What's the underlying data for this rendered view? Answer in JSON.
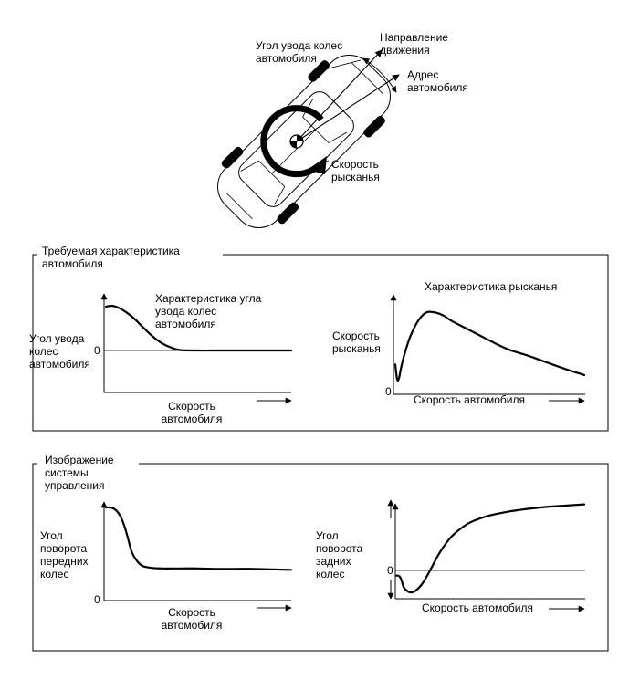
{
  "car_diagram": {
    "label_slip_angle": [
      "Угол увода колес",
      "автомобиля"
    ],
    "label_direction": [
      "Направление",
      "движения"
    ],
    "label_heading": [
      "Адрес",
      "автомобиля"
    ],
    "label_yaw_rate": [
      "Скорость",
      "рысканья"
    ]
  },
  "section_required": {
    "title": [
      "Требуемая характеристика",
      "автомобиля"
    ],
    "chart_left": {
      "title": [
        "Характеристика угла",
        "увода колес",
        "автомобиля"
      ],
      "ylabel": [
        "Угол увода",
        "колес",
        "автомобиля"
      ],
      "xlabel": [
        "Скорость",
        "автомобиля"
      ],
      "zero_label": "0"
    },
    "chart_right": {
      "title": [
        "Характеристика рысканья"
      ],
      "ylabel": [
        "Скорость",
        "рысканья"
      ],
      "xlabel": [
        "Скорость автомобиля"
      ],
      "zero_label": "0"
    }
  },
  "section_control": {
    "title": [
      "Изображение",
      "системы",
      "управления"
    ],
    "chart_left": {
      "ylabel": [
        "Угол",
        "поворота",
        "передних",
        "колес"
      ],
      "xlabel": [
        "Скорость",
        "автомобиля"
      ],
      "zero_label": "0"
    },
    "chart_right": {
      "ylabel": [
        "Угол",
        "поворота",
        "задних",
        "колес"
      ],
      "xlabel": [
        "Скорость автомобиля"
      ],
      "zero_label": "0"
    }
  },
  "chart_data": [
    {
      "type": "line",
      "x": [
        0,
        3,
        6,
        10,
        15,
        20,
        25,
        30,
        35,
        40,
        50,
        60,
        70,
        80,
        90,
        100
      ],
      "values": [
        1.0,
        1.02,
        0.99,
        0.9,
        0.74,
        0.53,
        0.33,
        0.17,
        0.07,
        0.01,
        0,
        0,
        0,
        0,
        0,
        0
      ]
    },
    {
      "type": "line",
      "x": [
        0,
        1,
        2,
        3,
        5,
        8,
        12,
        16,
        20,
        25,
        30,
        40,
        50,
        60,
        70,
        80,
        90,
        100
      ],
      "values": [
        0.3,
        0.1,
        0.12,
        0.25,
        0.45,
        0.68,
        0.88,
        0.99,
        1.0,
        0.96,
        0.88,
        0.75,
        0.62,
        0.5,
        0.42,
        0.33,
        0.24,
        0.16
      ]
    },
    {
      "type": "line",
      "x": [
        0,
        2,
        4,
        6,
        8,
        10,
        12,
        14,
        17,
        20,
        25,
        30,
        40,
        50,
        60,
        70,
        80,
        90,
        100
      ],
      "values": [
        1.0,
        1.0,
        0.99,
        0.96,
        0.9,
        0.8,
        0.66,
        0.52,
        0.42,
        0.37,
        0.35,
        0.345,
        0.345,
        0.345,
        0.34,
        0.34,
        0.34,
        0.335,
        0.33
      ]
    },
    {
      "type": "line",
      "x": [
        0,
        1,
        2,
        3,
        4,
        6,
        8,
        10,
        14,
        18,
        22,
        26,
        30,
        35,
        40,
        50,
        60,
        70,
        80,
        90,
        100
      ],
      "values": [
        -0.08,
        -0.08,
        -0.1,
        -0.17,
        -0.26,
        -0.32,
        -0.34,
        -0.32,
        -0.2,
        0.0,
        0.22,
        0.4,
        0.54,
        0.66,
        0.75,
        0.85,
        0.91,
        0.95,
        0.98,
        1.0,
        1.02
      ]
    }
  ]
}
